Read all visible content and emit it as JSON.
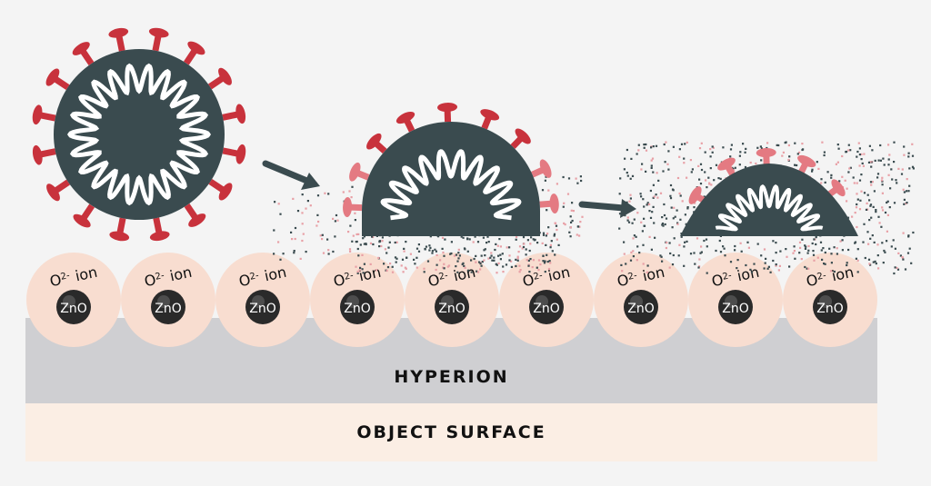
{
  "layers": {
    "coating_label": "HYPERION",
    "surface_label": "OBJECT SURFACE"
  },
  "particle": {
    "core_label": "ZnO",
    "ion_base": "O",
    "ion_charge": "2-",
    "ion_word": "ion",
    "count": 9
  },
  "stages": [
    "intact-virus",
    "damaged-virus",
    "disintegrated-virus"
  ],
  "colors": {
    "background": "#f4f4f4",
    "virus_body": "#3a4b4f",
    "spike": "#c8323c",
    "spike_faded": "#e47a82",
    "ion_shell": "#f8ddd0",
    "ion_core": "#2a2a2a",
    "coating_layer": "#cfcfd2",
    "surface_layer": "#fbeee4",
    "arrow": "#3a4b4f"
  }
}
